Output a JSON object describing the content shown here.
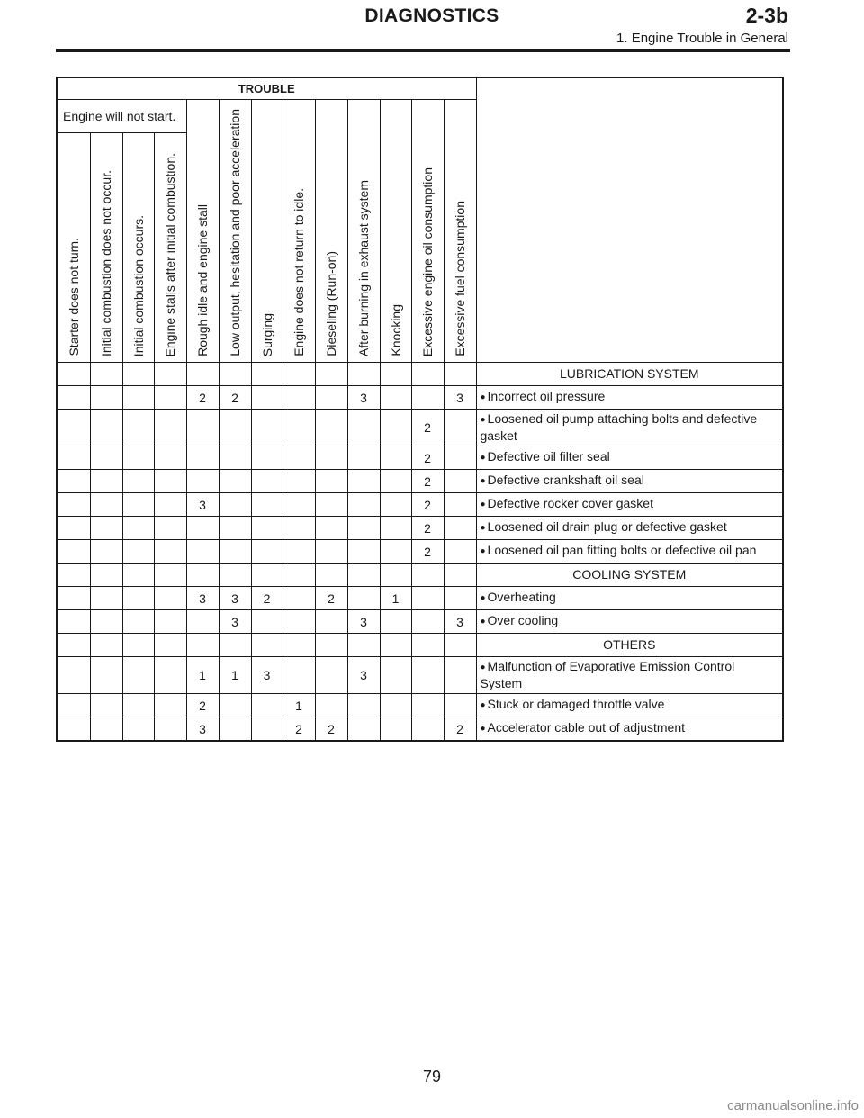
{
  "header": {
    "section": "DIAGNOSTICS",
    "code": "2-3b",
    "subtitle": "1. Engine Trouble in General"
  },
  "table": {
    "trouble_label": "TROUBLE",
    "group_label": "Engine will not start.",
    "columns": [
      "Starter does not turn.",
      "Initial combustion does not occur.",
      "Initial combustion occurs.",
      "Engine stalls after initial combustion.",
      "Rough idle and engine stall",
      "Low output, hesitation and poor acceleration",
      "Surging",
      "Engine does not return to idle.",
      "Dieseling (Run-on)",
      "After burning in exhaust system",
      "Knocking",
      "Excessive engine oil consumption",
      "Excessive fuel consumption"
    ],
    "rows": [
      {
        "section": true,
        "label": "LUBRICATION SYSTEM",
        "cells": [
          "",
          "",
          "",
          "",
          "",
          "",
          "",
          "",
          "",
          "",
          "",
          "",
          ""
        ]
      },
      {
        "label": "Incorrect oil pressure",
        "cells": [
          "",
          "",
          "",
          "",
          "2",
          "2",
          "",
          "",
          "",
          "3",
          "",
          "",
          "3"
        ]
      },
      {
        "label": "Loosened oil pump attaching bolts and defective gasket",
        "tall": true,
        "cells": [
          "",
          "",
          "",
          "",
          "",
          "",
          "",
          "",
          "",
          "",
          "",
          "2",
          ""
        ]
      },
      {
        "label": "Defective oil filter seal",
        "cells": [
          "",
          "",
          "",
          "",
          "",
          "",
          "",
          "",
          "",
          "",
          "",
          "2",
          ""
        ]
      },
      {
        "label": "Defective crankshaft oil seal",
        "cells": [
          "",
          "",
          "",
          "",
          "",
          "",
          "",
          "",
          "",
          "",
          "",
          "2",
          ""
        ]
      },
      {
        "label": "Defective rocker cover gasket",
        "cells": [
          "",
          "",
          "",
          "",
          "3",
          "",
          "",
          "",
          "",
          "",
          "",
          "2",
          ""
        ]
      },
      {
        "label": "Loosened oil drain plug or defective gasket",
        "cells": [
          "",
          "",
          "",
          "",
          "",
          "",
          "",
          "",
          "",
          "",
          "",
          "2",
          ""
        ]
      },
      {
        "label": "Loosened oil pan fitting bolts or defective oil pan",
        "cells": [
          "",
          "",
          "",
          "",
          "",
          "",
          "",
          "",
          "",
          "",
          "",
          "2",
          ""
        ]
      },
      {
        "section": true,
        "label": "COOLING SYSTEM",
        "cells": [
          "",
          "",
          "",
          "",
          "",
          "",
          "",
          "",
          "",
          "",
          "",
          "",
          ""
        ]
      },
      {
        "label": "Overheating",
        "cells": [
          "",
          "",
          "",
          "",
          "3",
          "3",
          "2",
          "",
          "2",
          "",
          "1",
          "",
          ""
        ]
      },
      {
        "label": "Over cooling",
        "cells": [
          "",
          "",
          "",
          "",
          "",
          "3",
          "",
          "",
          "",
          "3",
          "",
          "",
          "3"
        ]
      },
      {
        "section": true,
        "label": "OTHERS",
        "cells": [
          "",
          "",
          "",
          "",
          "",
          "",
          "",
          "",
          "",
          "",
          "",
          "",
          ""
        ]
      },
      {
        "label": "Malfunction of Evaporative Emission Control System",
        "tall": true,
        "cells": [
          "",
          "",
          "",
          "",
          "1",
          "1",
          "3",
          "",
          "",
          "3",
          "",
          "",
          ""
        ]
      },
      {
        "label": "Stuck or damaged throttle valve",
        "cells": [
          "",
          "",
          "",
          "",
          "2",
          "",
          "",
          "1",
          "",
          "",
          "",
          "",
          ""
        ]
      },
      {
        "label": "Accelerator cable out of adjustment",
        "cells": [
          "",
          "",
          "",
          "",
          "3",
          "",
          "",
          "2",
          "2",
          "",
          "",
          "",
          "2"
        ]
      }
    ]
  },
  "page_number": "79",
  "watermark": "carmanualsonline.info"
}
